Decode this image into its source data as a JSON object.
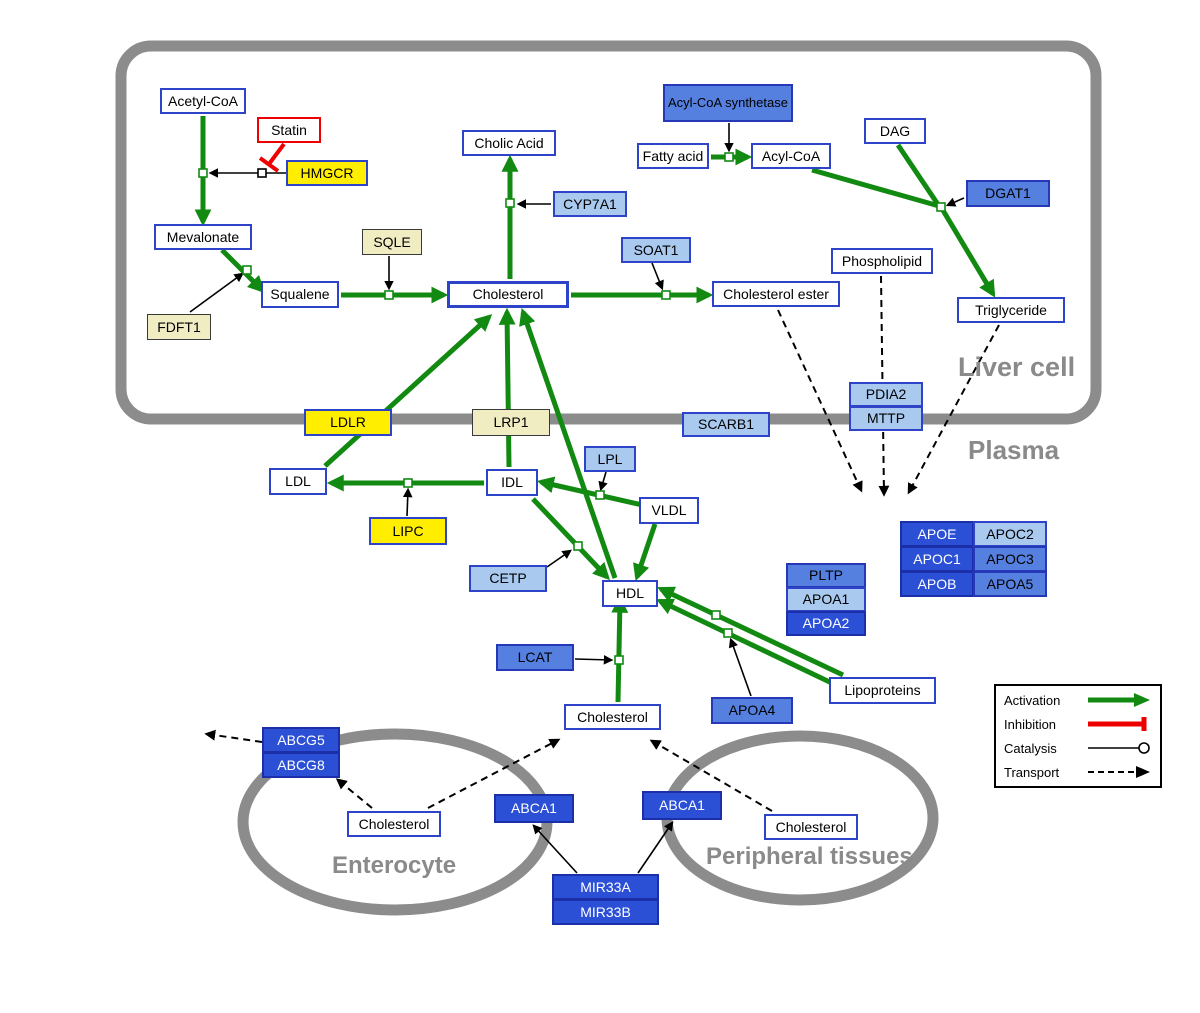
{
  "regions": {
    "liver": "Liver cell",
    "plasma": "Plasma",
    "enterocyte": "Enterocyte",
    "peripheral": "Peripheral tissues"
  },
  "nodes": {
    "acetyl_coa": "Acetyl-CoA",
    "statin": "Statin",
    "hmgcr": "HMGCR",
    "mevalonate": "Mevalonate",
    "sqle": "SQLE",
    "fdft1": "FDFT1",
    "squalene": "Squalene",
    "cholesterol_liver": "Cholesterol",
    "cholic_acid": "Cholic Acid",
    "cyp7a1": "CYP7A1",
    "soat1": "SOAT1",
    "cholesterol_ester": "Cholesterol ester",
    "acyl_coa_synthetase": "Acyl-CoA synthetase",
    "fatty_acid": "Fatty acid",
    "acyl_coa": "Acyl-CoA",
    "dag": "DAG",
    "dgat1": "DGAT1",
    "phospholipid": "Phospholipid",
    "triglyceride": "Triglyceride",
    "pdia2": "PDIA2",
    "mttp": "MTTP",
    "ldlr": "LDLR",
    "lrp1": "LRP1",
    "scarb1": "SCARB1",
    "ldl": "LDL",
    "idl": "IDL",
    "lpl": "LPL",
    "vldl": "VLDL",
    "lipc": "LIPC",
    "cetp": "CETP",
    "hdl": "HDL",
    "apoe": "APOE",
    "apoc2": "APOC2",
    "apoc1": "APOC1",
    "apoc3": "APOC3",
    "apob": "APOB",
    "apoa5": "APOA5",
    "pltp": "PLTP",
    "apoa1": "APOA1",
    "apoa2": "APOA2",
    "lcat": "LCAT",
    "apoa4": "APOA4",
    "lipoproteins": "Lipoproteins",
    "cholesterol_plasma": "Cholesterol",
    "abcg5": "ABCG5",
    "abcg8": "ABCG8",
    "cholesterol_enterocyte": "Cholesterol",
    "abca1_enterocyte": "ABCA1",
    "abca1_peripheral": "ABCA1",
    "cholesterol_peripheral": "Cholesterol",
    "mir33a": "MIR33A",
    "mir33b": "MIR33B"
  },
  "legend": {
    "activation": "Activation",
    "inhibition": "Inhibition",
    "catalysis": "Catalysis",
    "transport": "Transport"
  },
  "colors": {
    "activation_green": "#128a12",
    "inhibition_red": "#ee0000",
    "membrane_gray": "#8c8c8c",
    "metabolite_border_blue": "#2d43c8",
    "gene_dark_blue": "#2b50d6",
    "gene_medium_blue": "#5580e0",
    "gene_light_blue": "#a9c9ef",
    "enzyme_yellow": "#ffee00",
    "enzyme_pale_yellow": "#f1edc3"
  }
}
